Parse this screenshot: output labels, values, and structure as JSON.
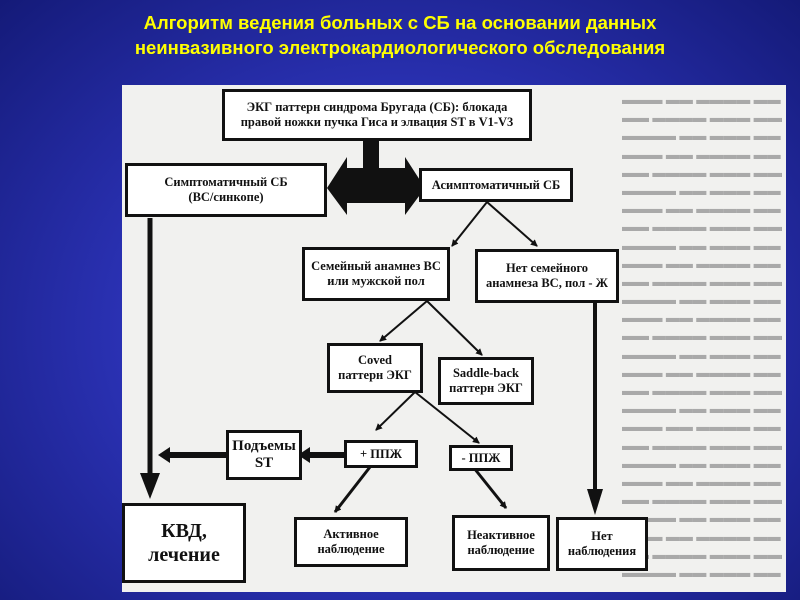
{
  "slide": {
    "title_line1": "Алгоритм ведения больных с СБ на основании данных",
    "title_line2": "неинвазивного электрокардиологического обследования"
  },
  "diagram": {
    "nodes": {
      "ecg_pattern": {
        "line1": "ЭКГ паттерн синдрома Бругада (СБ): блокада",
        "line2": "правой ножки пучка Гиса и элвация ST в V1-V3"
      },
      "symptomatic": {
        "line1": "Симптоматичный СБ",
        "line2": "(ВС/синкопе)"
      },
      "asymptomatic": {
        "line1": "Асимптоматичный СБ"
      },
      "family_history": {
        "line1": "Семейный анамнез ВС",
        "line2": "или мужской пол"
      },
      "no_family_history": {
        "line1": "Нет семейного",
        "line2": "анамнеза ВС, пол - Ж"
      },
      "coved": {
        "line1": "Coved",
        "line2": "паттерн ЭКГ"
      },
      "saddle_back": {
        "line1": "Saddle-back",
        "line2": "паттерн ЭКГ"
      },
      "st_elevation": {
        "line1": "Подъемы",
        "line2": "ST"
      },
      "pes_positive": {
        "line1": "+ ППЖ"
      },
      "pes_negative": {
        "line1": "- ППЖ"
      },
      "icd": {
        "line1": "КВД,",
        "line2": "лечение"
      },
      "active": {
        "line1": "Активное",
        "line2": "наблюдение"
      },
      "inactive": {
        "line1": "Неактивное",
        "line2": "наблюдение"
      },
      "none": {
        "line1": "Нет",
        "line2": "наблюдения"
      }
    },
    "colors": {
      "ink": "#111111",
      "paper": "#f1f1ef",
      "title": "#ffff00",
      "background": "#2c33b8"
    }
  }
}
